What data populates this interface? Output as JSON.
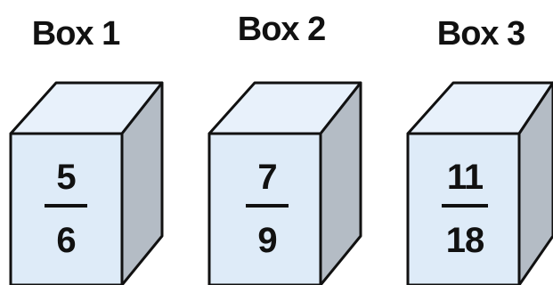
{
  "boxes": [
    {
      "label": "Box 1",
      "numerator": "5",
      "denominator": "6"
    },
    {
      "label": "Box 2",
      "numerator": "7",
      "denominator": "9"
    },
    {
      "label": "Box 3",
      "numerator": "11",
      "denominator": "18"
    }
  ],
  "colors": {
    "front": "#deebf8",
    "top": "#e8f1fb",
    "side": "#b4bcc5",
    "outline": "#111111",
    "background": "#ffffff"
  }
}
